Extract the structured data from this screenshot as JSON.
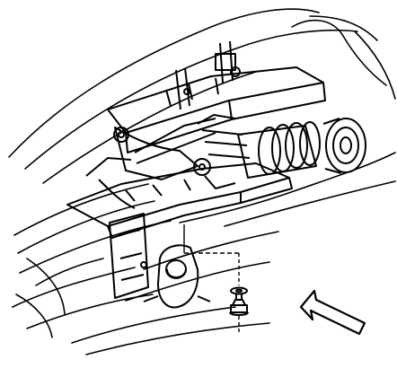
{
  "diagram": {
    "style": {
      "line_color": "#000000",
      "background_color": "#ffffff"
    },
    "parts": [
      "vehicle-body-outline",
      "frame-rail",
      "crossmember",
      "suspension-arm",
      "strut-spring-assembly",
      "wheel-hub",
      "mount-bracket",
      "bushing",
      "fastener-bolt",
      "fastener-washer",
      "direction-arrow"
    ],
    "callouts": [],
    "text_labels": []
  }
}
